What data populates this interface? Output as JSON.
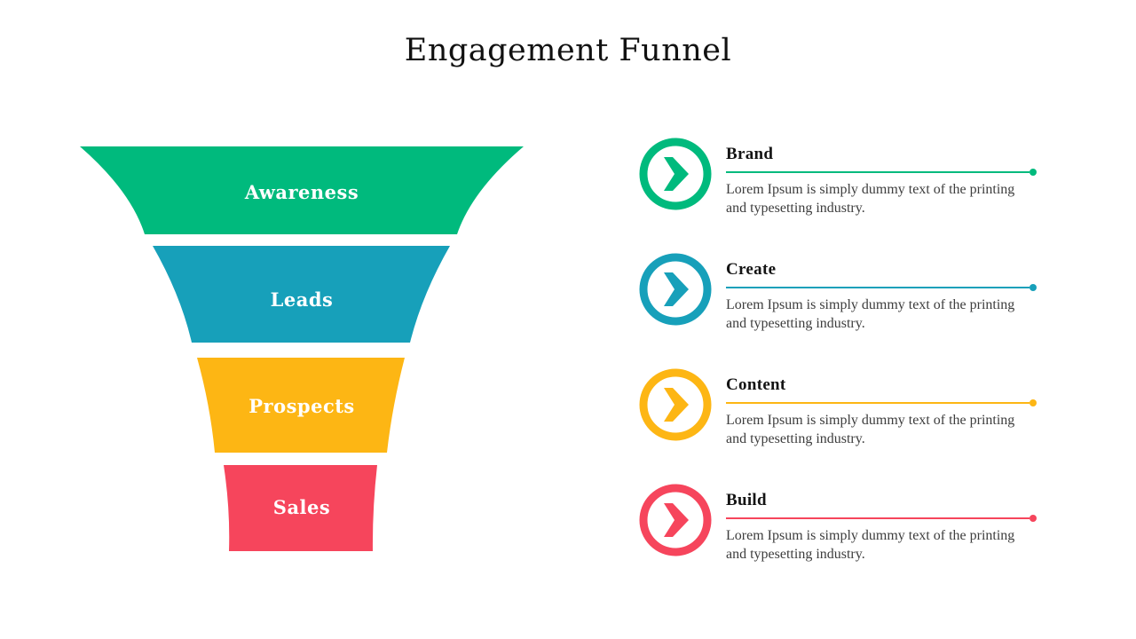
{
  "title": "Engagement Funnel",
  "colors": {
    "green": "#00BA7D",
    "teal": "#17A0BA",
    "yellow": "#FDB614",
    "red": "#F6455C",
    "title_text": "#111111",
    "body_text": "#3D3D3D",
    "background": "#FFFFFF"
  },
  "funnel": {
    "segments": [
      {
        "label": "Awareness",
        "color": "#00BA7D"
      },
      {
        "label": "Leads",
        "color": "#17A0BA"
      },
      {
        "label": "Prospects",
        "color": "#FDB614"
      },
      {
        "label": "Sales",
        "color": "#F6455C"
      }
    ]
  },
  "items": [
    {
      "title": "Brand",
      "color": "#00BA7D",
      "icon": "chevron-right-circle-icon",
      "description": "Lorem Ipsum is simply dummy text of the printing and typesetting industry."
    },
    {
      "title": "Create",
      "color": "#17A0BA",
      "icon": "chevron-right-circle-icon",
      "description": "Lorem Ipsum is simply dummy text of the printing and typesetting industry."
    },
    {
      "title": "Content",
      "color": "#FDB614",
      "icon": "chevron-right-circle-icon",
      "description": "Lorem Ipsum is simply dummy text of the printing and typesetting industry."
    },
    {
      "title": "Build",
      "color": "#F6455C",
      "icon": "chevron-right-circle-icon",
      "description": "Lorem Ipsum is simply dummy text of the printing and typesetting industry."
    }
  ]
}
